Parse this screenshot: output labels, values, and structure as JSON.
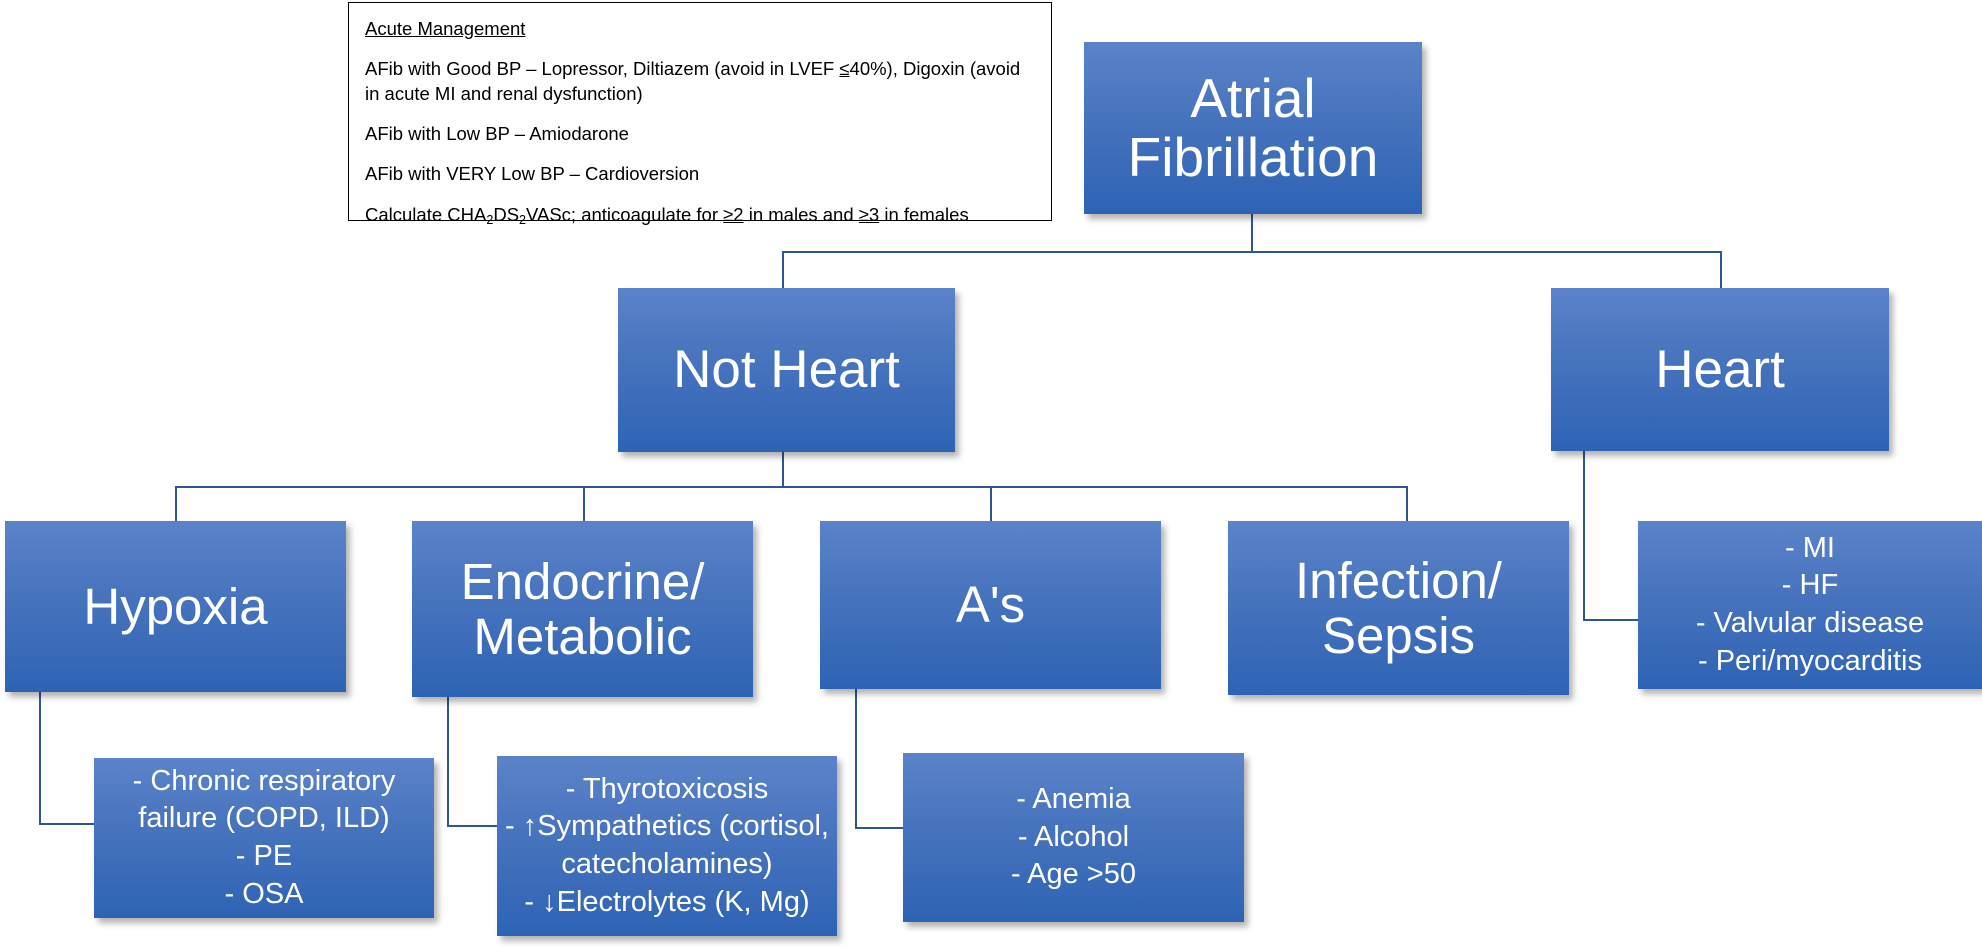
{
  "note": {
    "title": "Acute Management",
    "lines": [
      "AFib with Good BP – Lopressor, Diltiazem (avoid in LVEF <40%), Digoxin (avoid in acute MI and renal dysfunction)",
      "AFib with Low BP – Amiodarone",
      "AFib with VERY Low BP – Cardioversion",
      "Calculate CHA2DS2VASc; anticoagulate for >2 in males and >3 in females"
    ],
    "line1_a": "AFib with Good BP – Lopressor, Diltiazem (avoid in LVEF ",
    "line1_ineq": "≤",
    "line1_b": "40%), Digoxin (avoid in acute MI and renal dysfunction)",
    "line2": "AFib with Low BP – Amiodarone",
    "line3": "AFib with VERY Low BP – Cardioversion",
    "line4_a": "Calculate CHA",
    "line4_sub1": "2",
    "line4_b": "DS",
    "line4_sub2": "2",
    "line4_c": "VASc; anticoagulate for ",
    "line4_ge2": "≥2",
    "line4_d": " in males and ",
    "line4_ge3": "≥3",
    "line4_e": " in females"
  },
  "colors": {
    "node_top": "#5B83C9",
    "node_bottom": "#2E63B4",
    "connector": "#2F5597",
    "note_border": "#000000",
    "node_text": "#FFFFFF",
    "background": "#FFFFFF"
  },
  "nodes": {
    "root": {
      "label": "Atrial\nFibrillation"
    },
    "not_heart": {
      "label": "Not Heart"
    },
    "heart": {
      "label": "Heart"
    },
    "hypoxia": {
      "label": "Hypoxia"
    },
    "endocrine": {
      "label": "Endocrine/\nMetabolic"
    },
    "as": {
      "label": "A's"
    },
    "infection": {
      "label": "Infection/\nSepsis"
    },
    "hypoxia_detail": {
      "label": "- Chronic respiratory failure (COPD, ILD)\n- PE\n- OSA"
    },
    "endocrine_detail": {
      "label": "- Thyrotoxicosis\n- ↑Sympathetics (cortisol, catecholamines)\n- ↓Electrolytes (K, Mg)"
    },
    "as_detail": {
      "label": "- Anemia\n- Alcohol\n- Age >50"
    },
    "heart_detail": {
      "label": "- MI\n- HF\n- Valvular disease\n- Peri/myocarditis"
    }
  }
}
